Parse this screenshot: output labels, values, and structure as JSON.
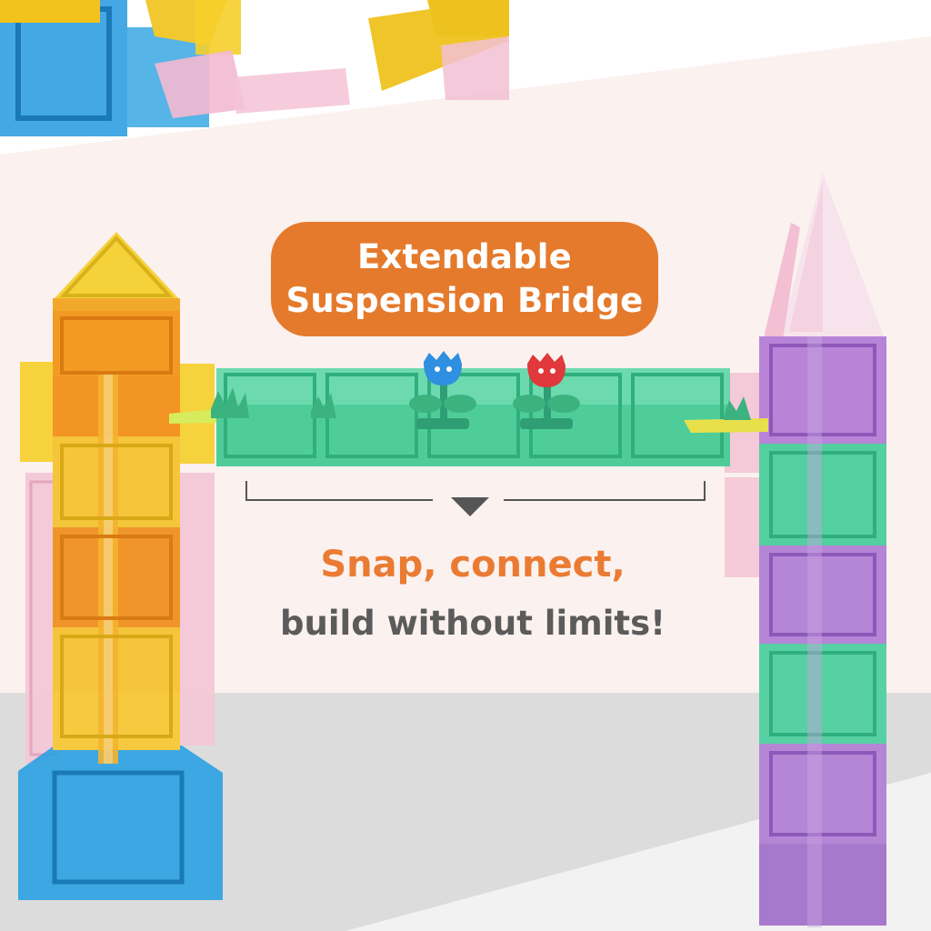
{
  "badge": {
    "line1": "Extendable",
    "line2": "Suspension Bridge"
  },
  "tagline": {
    "line1": "Snap, connect,",
    "line2": "build without limits!"
  },
  "colors": {
    "badge_background": "#e57a2c",
    "tagline_accent": "#ea7b32",
    "tagline_text": "#5b5b5b",
    "background_upper": "#fbf1ef",
    "background_floor": "#dadada"
  }
}
